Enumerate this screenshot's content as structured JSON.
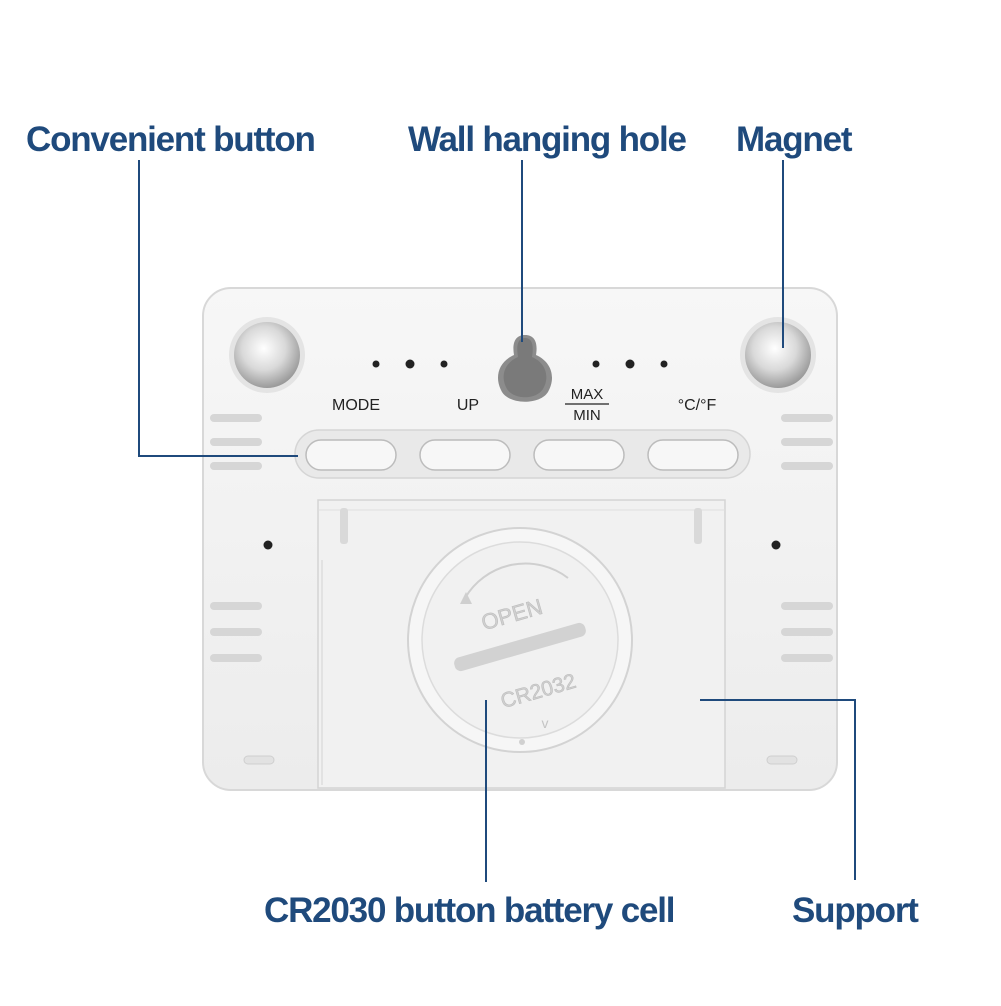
{
  "callouts": {
    "convenient_button": "Convenient button",
    "wall_hanging_hole": "Wall hanging hole",
    "magnet": "Magnet",
    "battery": "CR2030 button battery cell",
    "support": "Support"
  },
  "device": {
    "buttons": {
      "mode": "MODE",
      "up": "UP",
      "max": "MAX",
      "min": "MIN",
      "unit": "°C/°F"
    },
    "battery_cover": {
      "open": "OPEN",
      "model": "CR2032",
      "arrow": "v"
    }
  },
  "colors": {
    "label": "#1f4a7c",
    "leader_line": "#1f4a7c",
    "device_body": "#f3f3f3",
    "device_edge": "#dcdcdc"
  }
}
